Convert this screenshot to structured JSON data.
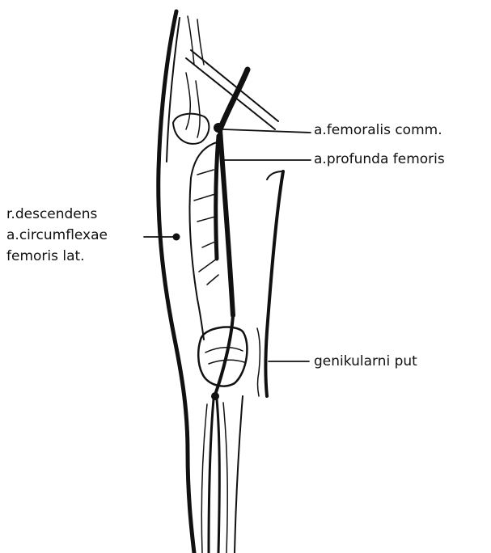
{
  "figure": {
    "ink_color": "#111111",
    "background": "#ffffff"
  },
  "labels": {
    "femoralis_comm": "a.femoralis comm.",
    "profunda_femoris": "a.profunda femoris",
    "descendens_line1": "r.descendens",
    "descendens_line2": "a.circumflexae",
    "descendens_line3": "femoris lat.",
    "genikularni_put": "genikularni put"
  }
}
